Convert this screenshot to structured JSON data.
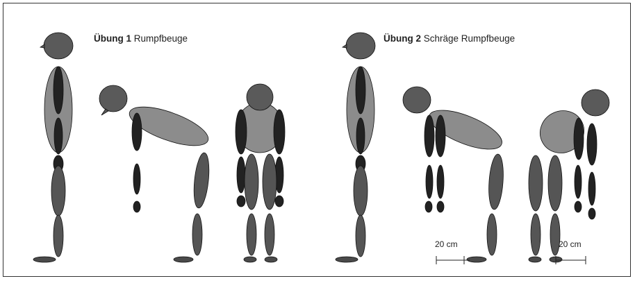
{
  "exercise_1": {
    "number_label": "Übung 1",
    "name": "Rumpfbeuge"
  },
  "exercise_2": {
    "number_label": "Übung 2",
    "name": "Schräge Rumpfbeuge"
  },
  "measurements": {
    "left_distance": "20 cm",
    "right_distance": "20 cm"
  },
  "colors": {
    "head": "#5a5a5a",
    "trunk": "#8c8c8c",
    "limb_dark": "#222222",
    "limb_gray": "#555555",
    "foot": "#4a4a4a",
    "outline": "#111111"
  }
}
